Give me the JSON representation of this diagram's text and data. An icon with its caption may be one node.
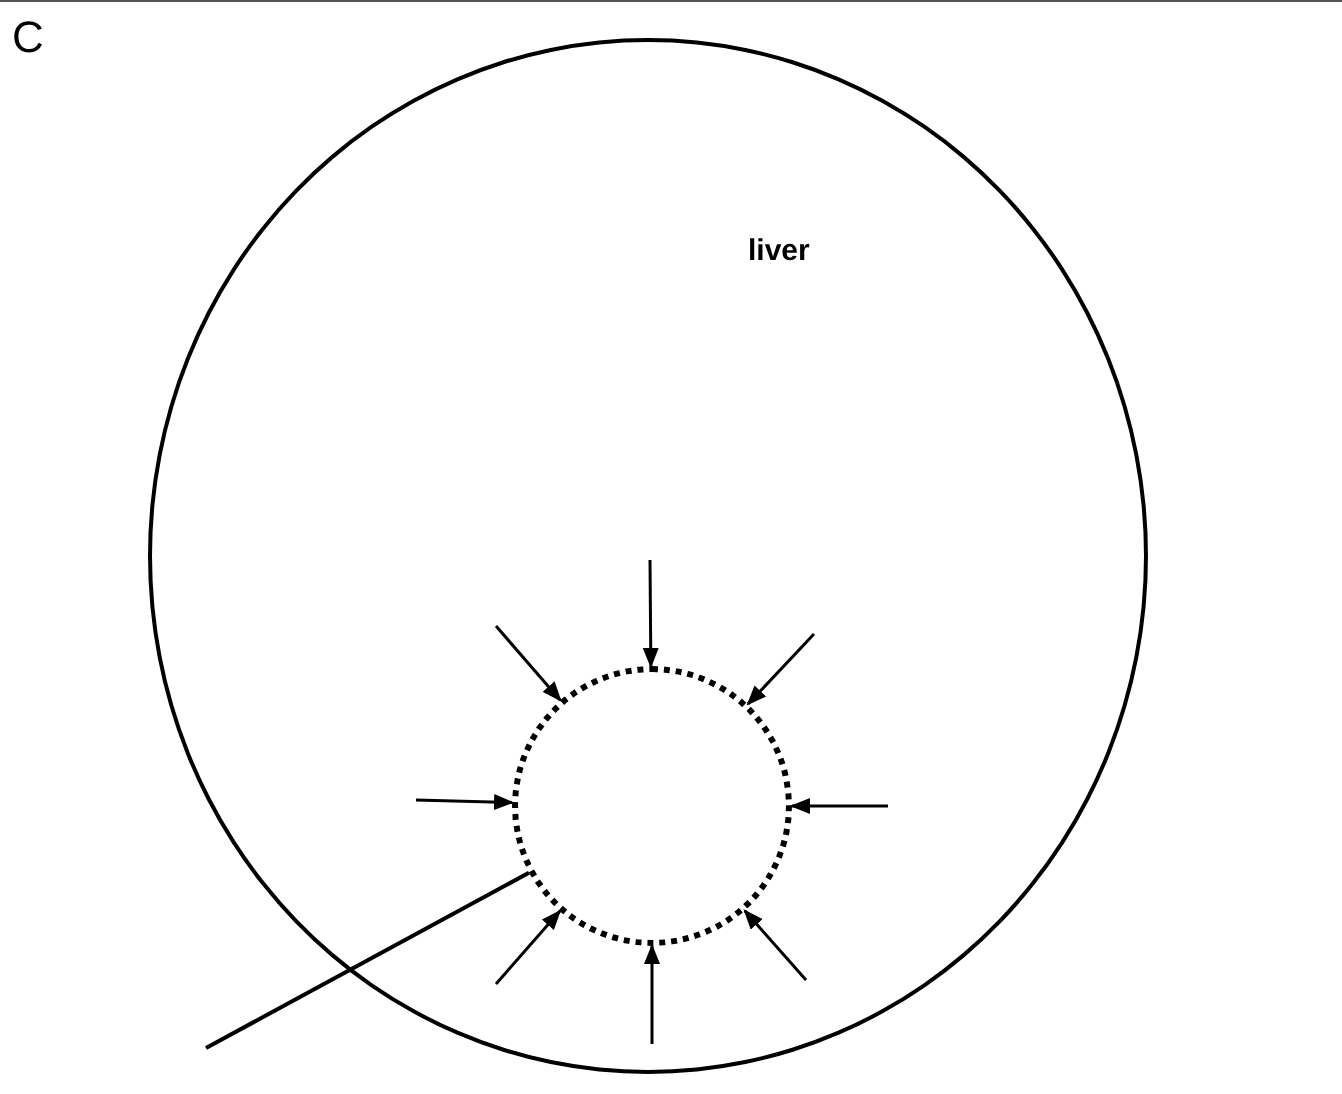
{
  "diagram": {
    "nodes": [
      {
        "text": [
          "liver"
        ]
      },
      {
        "text": [],
        "shape": "circle",
        "in": 0
      }
    ],
    "edges": [
      {
        "from": null,
        "to": 1,
        "arrow": "to"
      },
      {
        "from": null,
        "to": 1,
        "arrow": "to"
      },
      {
        "from": null,
        "to": 1,
        "arrow": "to"
      },
      {
        "from": null,
        "to": 1,
        "arrow": "to"
      },
      {
        "from": null,
        "to": 1,
        "arrow": "to"
      },
      {
        "from": null,
        "to": 1,
        "arrow": "to"
      },
      {
        "from": null,
        "to": 1,
        "arrow": "to"
      },
      {
        "from": null,
        "to": 1,
        "arrow": "to"
      },
      {
        "from": null,
        "to": 1,
        "arrow": "none"
      }
    ],
    "labels": [
      "C"
    ]
  }
}
